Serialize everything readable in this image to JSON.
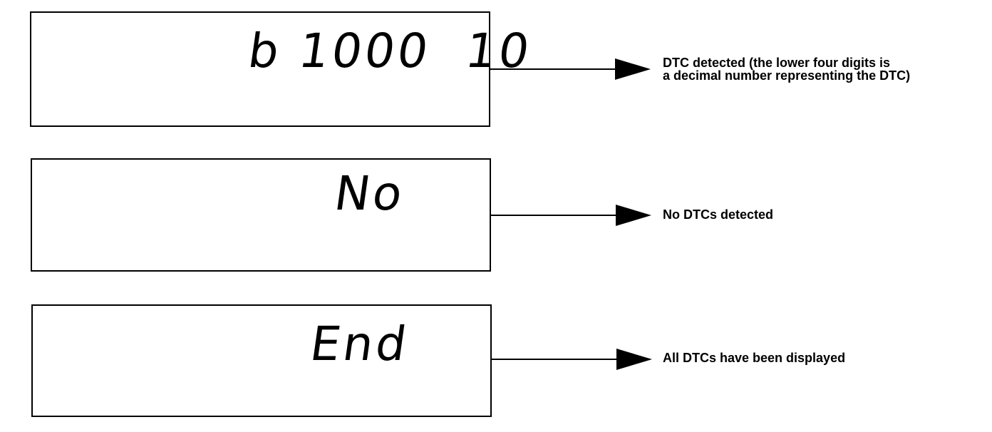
{
  "rows": [
    {
      "display_text": "b 1000  10",
      "description_lines": [
        "DTC detected (the lower four digits is",
        "a decimal number representing the DTC)"
      ]
    },
    {
      "display_text": "No",
      "description_lines": [
        "No DTCs detected"
      ]
    },
    {
      "display_text": "End",
      "description_lines": [
        "All DTCs have been displayed"
      ]
    }
  ]
}
